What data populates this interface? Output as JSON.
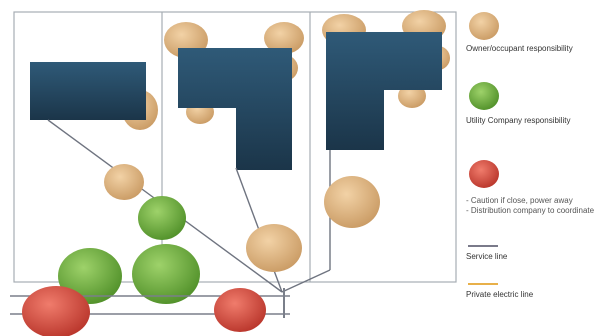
{
  "legend": {
    "homeowner": {
      "label": "Owner/occupant responsibility",
      "color": "#e2b57f"
    },
    "utility": {
      "label": "Utility Company responsibility",
      "color": "#6fae3a"
    },
    "caution": {
      "label": "- Caution if close, power away\n- Distribution company to coordinate",
      "color": "#e0584a"
    },
    "service_line": {
      "label": "Service line",
      "color": "#7a7a8a"
    },
    "private_line": {
      "label": "Private electric line",
      "color": "#e8b04a"
    }
  },
  "colors": {
    "building": "#24455f",
    "lot_border": "#9aa0a6",
    "wire": "#6f7480"
  }
}
